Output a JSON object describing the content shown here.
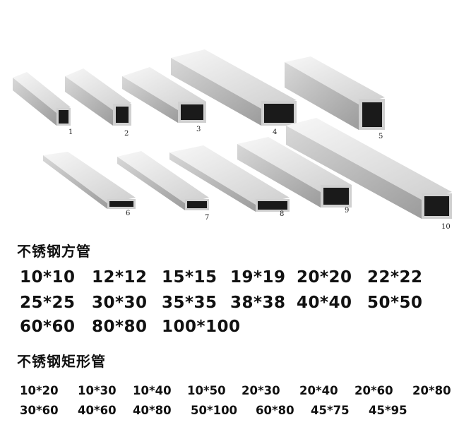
{
  "tubes": [
    {
      "label": "1"
    },
    {
      "label": "2"
    },
    {
      "label": "3"
    },
    {
      "label": "4"
    },
    {
      "label": "5"
    },
    {
      "label": "6"
    },
    {
      "label": "7"
    },
    {
      "label": "8"
    },
    {
      "label": "9"
    },
    {
      "label": "10"
    }
  ],
  "square_section": {
    "title": "不锈钢方管",
    "sizes": [
      "10*10",
      "12*12",
      "15*15",
      "19*19",
      "20*20",
      "22*22",
      "25*25",
      "30*30",
      "35*35",
      "38*38",
      "40*40",
      "50*50",
      "60*60",
      "80*80",
      "100*100"
    ]
  },
  "rect_section": {
    "title": "不锈钢矩形管",
    "sizes": [
      "10*20",
      "10*30",
      "10*40",
      "10*50",
      "20*30",
      "20*40",
      "20*60",
      "20*80",
      "30*60",
      "40*60",
      "40*80",
      "50*100",
      "60*80",
      "45*75",
      "45*95"
    ]
  },
  "colors": {
    "metal_light": "#f2f2f2",
    "metal_mid": "#c8c8c8",
    "metal_dark": "#9a9a9a",
    "hole": "#1a1a1a"
  }
}
